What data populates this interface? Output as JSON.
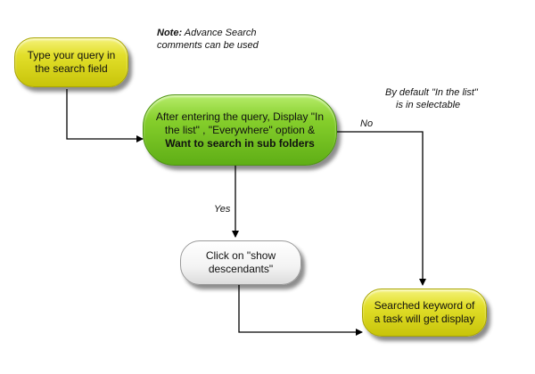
{
  "note": {
    "prefix": "Note:",
    "text": " Advance Search",
    "line2": "comments can be used"
  },
  "default_note": {
    "line1": "By default \"In the list\"",
    "line2": "is in selectable"
  },
  "nodes": {
    "query": {
      "line1": "Type your query in",
      "line2": "the search field"
    },
    "display": {
      "line1": "After entering the query, Display \"In",
      "line2": "the list\" , \"Everywhere\" option &",
      "line3": "Want to search in sub folders"
    },
    "descendants": {
      "line1": "Click on \"show",
      "line2": "descendants\""
    },
    "result": {
      "line1": "Searched keyword of",
      "line2": "a task will get display"
    }
  },
  "edge_labels": {
    "no": "No",
    "yes": "Yes"
  },
  "colors": {
    "start_fill": "#e2df2a",
    "decision_fill": "#86cf2c",
    "action_fill": "#f3f3f3",
    "connector": "#000000"
  }
}
